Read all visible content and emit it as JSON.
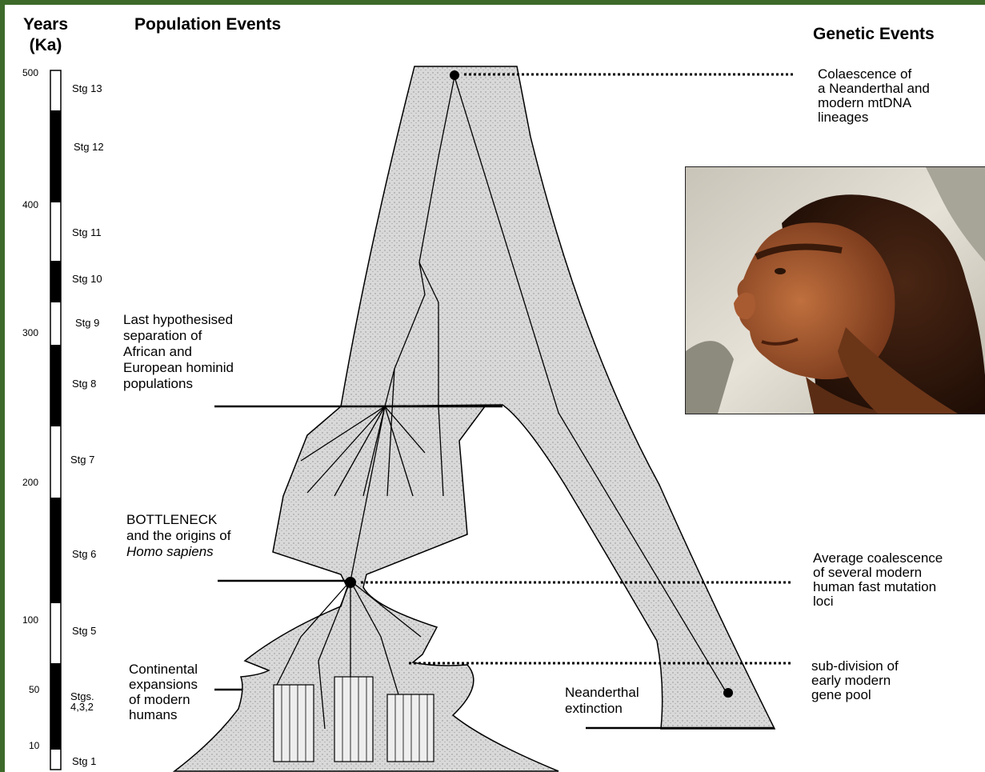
{
  "headers": {
    "years": "Years\n(Ka)",
    "population_events": "Population Events",
    "genetic_events": "Genetic Events"
  },
  "timescale": {
    "ticks": [
      "500",
      "400",
      "300",
      "200",
      "100",
      "50",
      "10"
    ],
    "stages": [
      "Stg 13",
      "Stg 12",
      "Stg 11",
      "Stg 10",
      "Stg 9",
      "Stg 8",
      "Stg 7",
      "Stg 6",
      "Stg 5",
      "Stgs.\n4,3,2",
      "Stg 1"
    ]
  },
  "population_labels": {
    "separation": "Last hypothesised\nseparation of\nAfrican and\nEuropean hominid\npopulations",
    "bottleneck": "BOTTLENECK\nand the origins of",
    "bottleneck_species": "Homo sapiens",
    "expansions": "Continental\nexpansions\nof modern\nhumans",
    "extinction": "Neanderthal\nextinction"
  },
  "genetic_labels": {
    "coalescence": "Colaescence of\na Neanderthal and\nmodern mtDNA\nlineages",
    "average": "Average coalescence\nof several modern\nhuman fast mutation\nloci",
    "subdivision": "sub-division of\nearly modern\ngene pool"
  },
  "colors": {
    "frame": "#3d6a2a",
    "population_fill": "#d4d4d4",
    "line": "#000000"
  },
  "photo_icon": "neanderthal-portrait"
}
